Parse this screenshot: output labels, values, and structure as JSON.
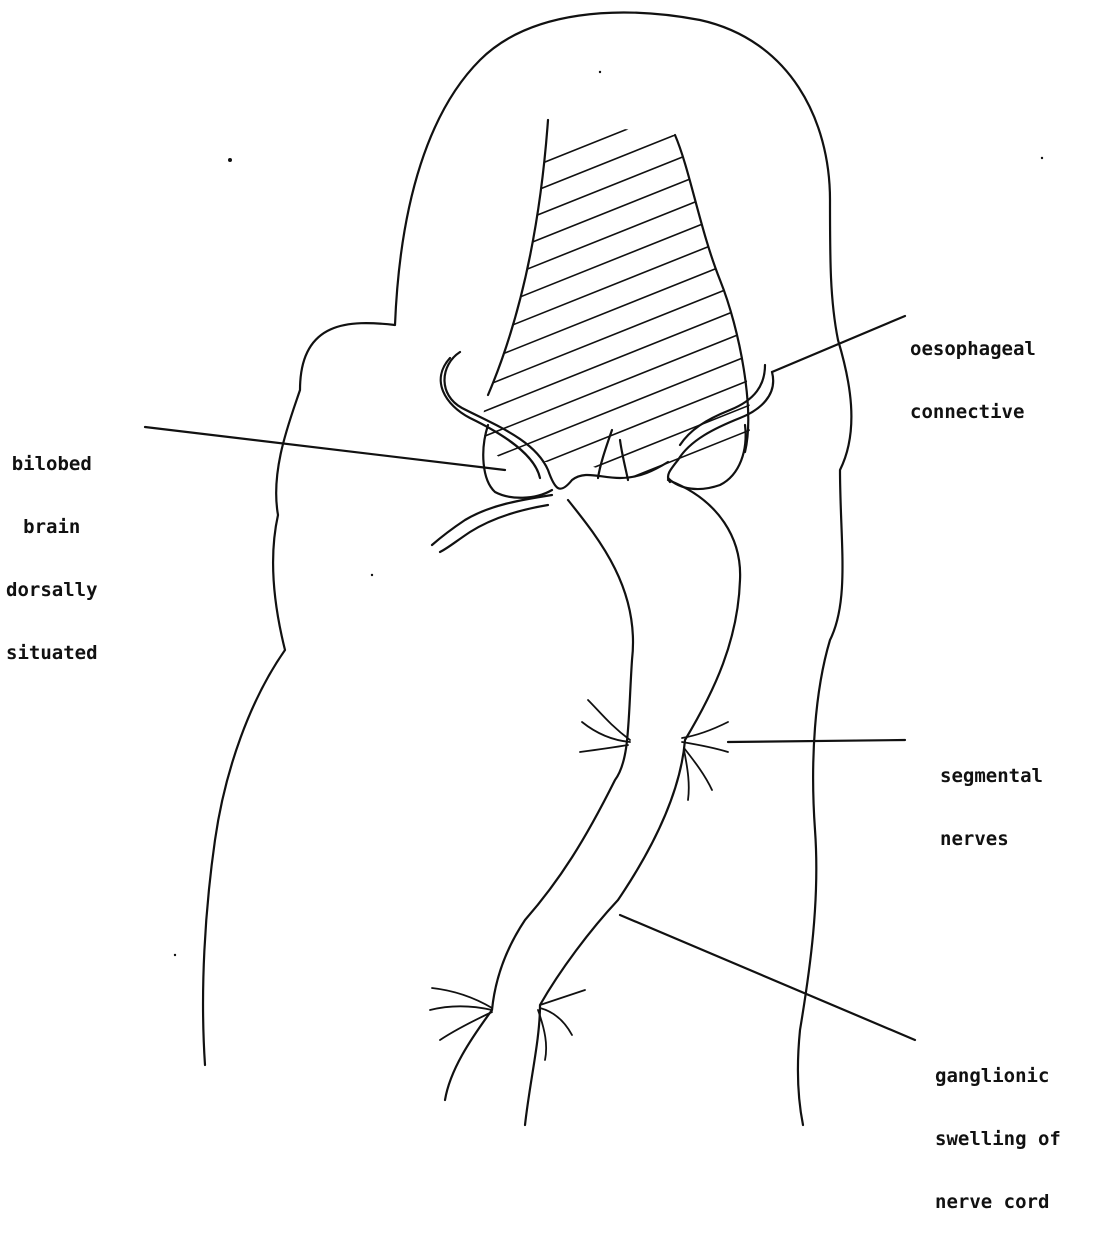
{
  "labels": {
    "oesophageal": [
      "oesophageal",
      "connective"
    ],
    "brain": [
      "bilobed",
      "brain",
      "dorsally",
      "situated"
    ],
    "segmental": [
      "segmental",
      "nerves"
    ],
    "ganglionic": [
      "ganglionic",
      "swelling of",
      "nerve cord"
    ]
  },
  "colors": {
    "ink": "#111111",
    "paper": "#ffffff"
  }
}
